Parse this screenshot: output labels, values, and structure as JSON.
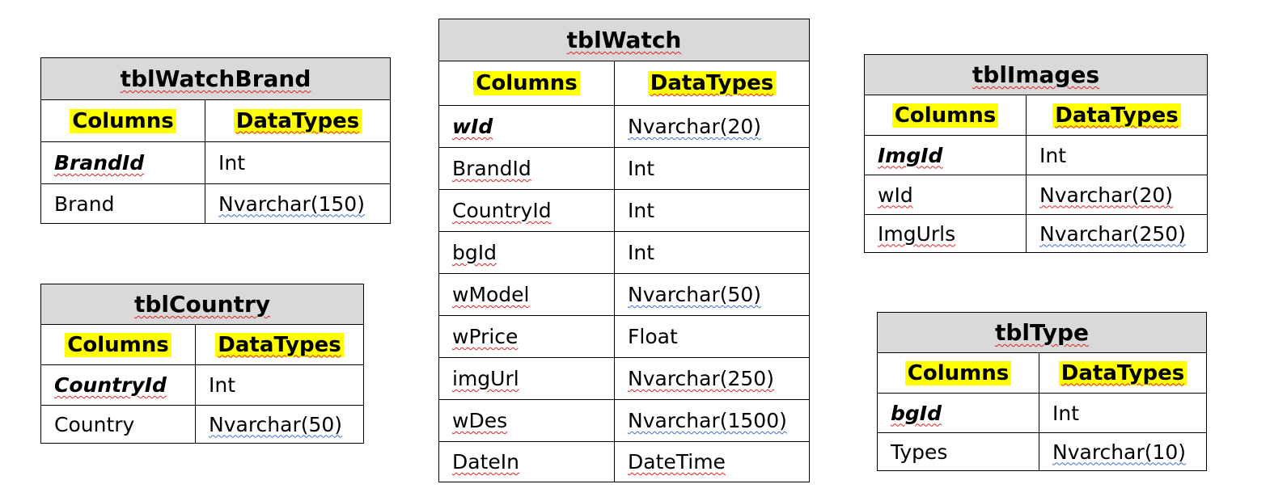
{
  "headers": {
    "columns": "Columns",
    "datatypes": "DataTypes"
  },
  "tables": {
    "brand": {
      "name": "tblWatchBrand",
      "rows": [
        {
          "col": "BrandId",
          "type": "Int"
        },
        {
          "col": "Brand",
          "type": "Nvarchar(150)"
        }
      ]
    },
    "country": {
      "name": "tblCountry",
      "rows": [
        {
          "col": "CountryId",
          "type": "Int"
        },
        {
          "col": "Country",
          "type": "Nvarchar(50)"
        }
      ]
    },
    "watch": {
      "name": "tblWatch",
      "rows": [
        {
          "col": "wId",
          "type": "Nvarchar(20)"
        },
        {
          "col": "BrandId",
          "type": "Int"
        },
        {
          "col": "CountryId",
          "type": "Int"
        },
        {
          "col": "bgId",
          "type": "Int"
        },
        {
          "col": "wModel",
          "type": "Nvarchar(50)"
        },
        {
          "col": "wPrice",
          "type": "Float"
        },
        {
          "col": "imgUrl",
          "type": "Nvarchar(250)"
        },
        {
          "col": "wDes",
          "type": "Nvarchar(1500)"
        },
        {
          "col": "DateIn",
          "type": "DateTime"
        }
      ]
    },
    "images": {
      "name": "tblImages",
      "rows": [
        {
          "col": "ImgId",
          "type": "Int"
        },
        {
          "col": "wId",
          "type": "Nvarchar(20)"
        },
        {
          "col": "ImgUrls",
          "type": "Nvarchar(250)"
        }
      ]
    },
    "type": {
      "name": "tblType",
      "rows": [
        {
          "col": "bgId",
          "type": "Int"
        },
        {
          "col": "Types",
          "type": "Nvarchar(10)"
        }
      ]
    }
  }
}
